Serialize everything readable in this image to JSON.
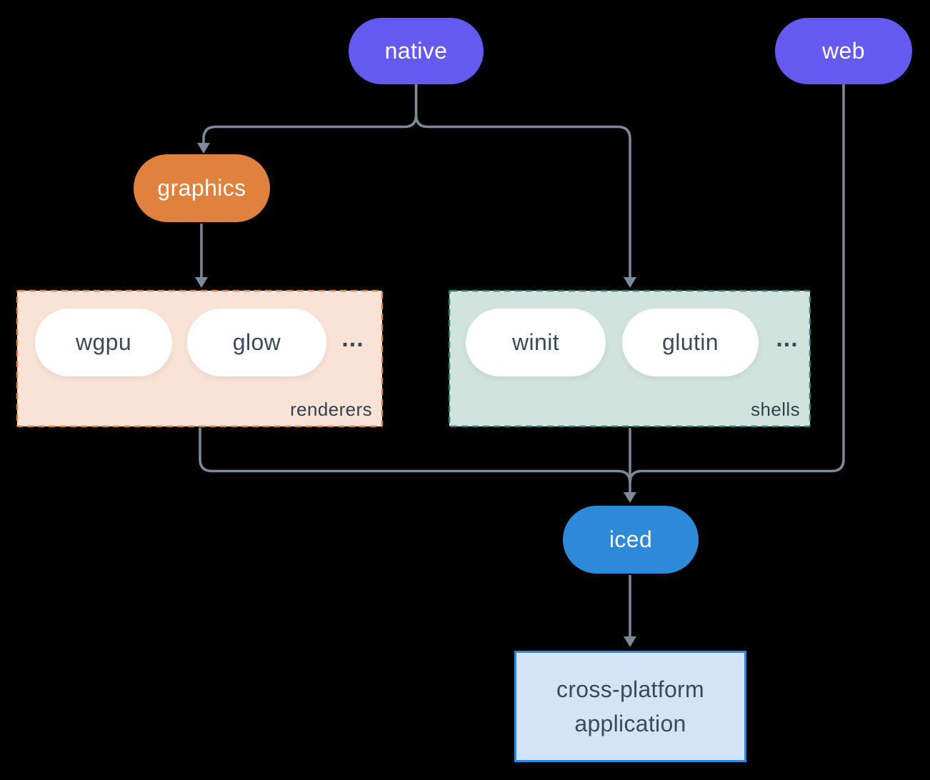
{
  "colors": {
    "background": "#000000",
    "node_purple": "#655af0",
    "node_orange": "#e0823d",
    "node_blue": "#2e89d8",
    "node_white": "#ffffff",
    "renderers_bg": "#f9e3d6",
    "renderers_border": "#e0823d",
    "shells_bg": "#d1e3dd",
    "shells_border": "#2e7f72",
    "app_bg": "#d3e4f6",
    "app_border": "#2f88d8",
    "connector": "#7d8b99",
    "dark_text": "#3b4a5a",
    "light_text": "#ffffff"
  },
  "nodes": {
    "native": "native",
    "web": "web",
    "graphics": "graphics",
    "iced": "iced",
    "application": "cross-platform application"
  },
  "groups": {
    "renderers": {
      "label": "renderers",
      "items": [
        "wgpu",
        "glow"
      ],
      "ellipsis": "..."
    },
    "shells": {
      "label": "shells",
      "items": [
        "winit",
        "glutin"
      ],
      "ellipsis": "..."
    }
  }
}
